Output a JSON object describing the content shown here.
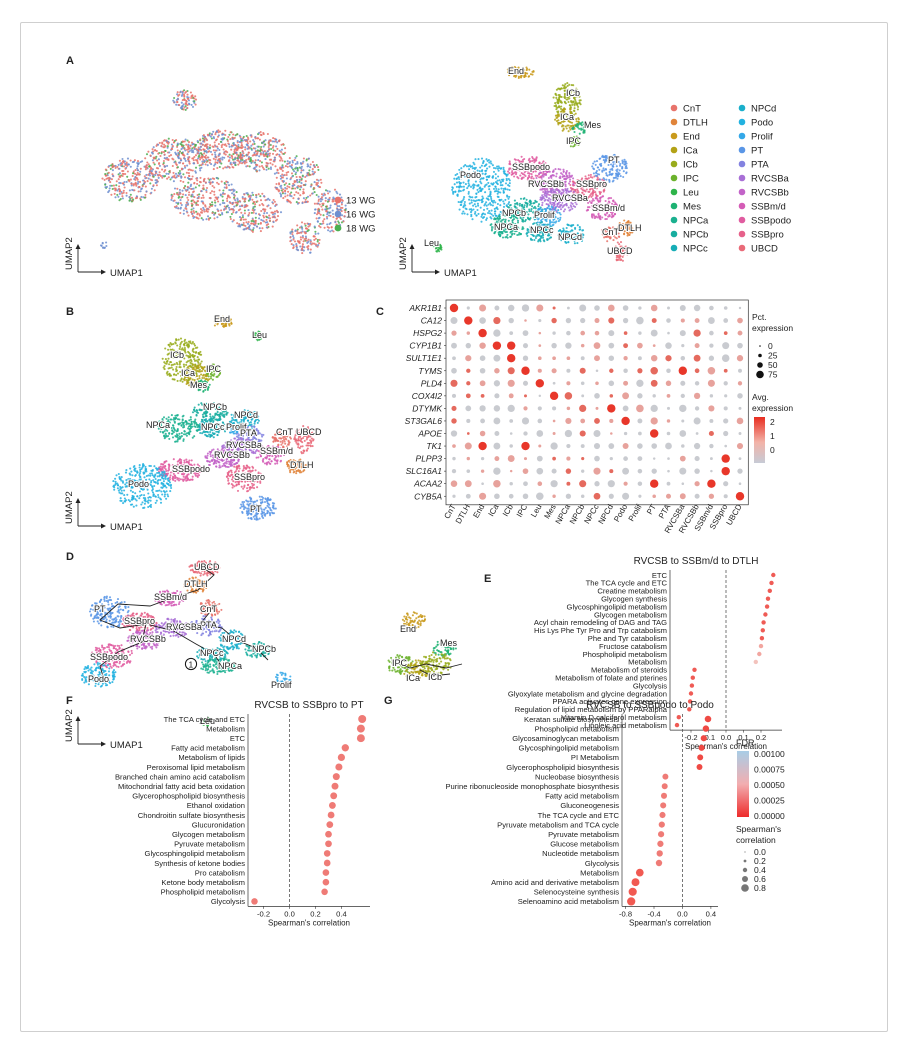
{
  "panels": [
    "A",
    "B",
    "C",
    "D",
    "E",
    "F",
    "G"
  ],
  "axes": {
    "umap1": "UMAP1",
    "umap2": "UMAP2"
  },
  "weeks": [
    {
      "label": "13 WG",
      "color": "#e8736b"
    },
    {
      "label": "16 WG",
      "color": "#6f8fd0"
    },
    {
      "label": "18 WG",
      "color": "#4caf50"
    }
  ],
  "celltypes": [
    {
      "name": "CnT",
      "color": "#e8736b"
    },
    {
      "name": "DTLH",
      "color": "#e0843a"
    },
    {
      "name": "End",
      "color": "#c99a1c"
    },
    {
      "name": "ICa",
      "color": "#b3a216"
    },
    {
      "name": "ICb",
      "color": "#98ab1c"
    },
    {
      "name": "IPC",
      "color": "#6bb22c"
    },
    {
      "name": "Leu",
      "color": "#2eb44a"
    },
    {
      "name": "Mes",
      "color": "#1db272"
    },
    {
      "name": "NPCa",
      "color": "#1ab08f"
    },
    {
      "name": "NPCb",
      "color": "#17ad9f"
    },
    {
      "name": "NPCc",
      "color": "#16adb6"
    },
    {
      "name": "NPCd",
      "color": "#1aafcb"
    },
    {
      "name": "Podo",
      "color": "#22b2e0"
    },
    {
      "name": "Prolif",
      "color": "#34a8e8"
    },
    {
      "name": "PT",
      "color": "#5a96e6"
    },
    {
      "name": "PTA",
      "color": "#8382e0"
    },
    {
      "name": "RVCSBa",
      "color": "#a86fd6"
    },
    {
      "name": "RVCSBb",
      "color": "#c263c8"
    },
    {
      "name": "SSBm/d",
      "color": "#d45cb6"
    },
    {
      "name": "SSBpodo",
      "color": "#e05ca0"
    },
    {
      "name": "SSBpro",
      "color": "#e6618a"
    },
    {
      "name": "UBCD",
      "color": "#e96a78"
    }
  ],
  "dotplot": {
    "genes": [
      "AKR1B1",
      "CA12",
      "HSPG2",
      "CYP1B1",
      "SULT1E1",
      "TYMS",
      "PLD4",
      "COX4I2",
      "DTYMK",
      "ST3GAL6",
      "APOE",
      "TK1",
      "PLPP3",
      "SLC16A1",
      "ACAA2",
      "CYB5A"
    ],
    "clusters": [
      "CnT",
      "DTLH",
      "End",
      "ICa",
      "ICb",
      "IPC",
      "Leu",
      "Mes",
      "NPCa",
      "NPCb",
      "NPCc",
      "NPCd",
      "Podo",
      "Prolif",
      "PT",
      "PTA",
      "RVCSBa",
      "RVCSBb",
      "SSBm/d",
      "SSBpro",
      "UBCD"
    ],
    "pct_title": "Pct.\nexpression",
    "pct_ticks": [
      "0",
      "25",
      "50",
      "75"
    ],
    "avg_title": "Avg.\nexpression",
    "avg_ticks": [
      "2",
      "1",
      "0"
    ]
  },
  "chart_data": [
    {
      "type": "scatter",
      "title": "RVCSB to SSBm/d to DTLH",
      "xlabel": "Spearman's correlation",
      "xlim": [
        -0.32,
        0.32
      ],
      "xticks": [
        "-0.2",
        "-0.1",
        "0.0",
        "0.1",
        "0.2"
      ],
      "points": [
        {
          "label": "ETC",
          "x": 0.27
        },
        {
          "label": "The TCA cycle and ETC",
          "x": 0.26
        },
        {
          "label": "Creatine metabolism",
          "x": 0.25
        },
        {
          "label": "Glycogen synthesis",
          "x": 0.24
        },
        {
          "label": "Glycosphingolipid metabolism",
          "x": 0.235
        },
        {
          "label": "Glycogen metabolism",
          "x": 0.225
        },
        {
          "label": "Acyl chain remodeling of DAG and TAG",
          "x": 0.215
        },
        {
          "label": "His Lys Phe Tyr Pro and Trp catabolism",
          "x": 0.21
        },
        {
          "label": "Phe and Tyr catabolism",
          "x": 0.205
        },
        {
          "label": "Fructose catabolism",
          "x": 0.2
        },
        {
          "label": "Phospholipid metabolism",
          "x": 0.19
        },
        {
          "label": "Metabolism",
          "x": 0.17
        },
        {
          "label": "Metabolism of steroids",
          "x": -0.18
        },
        {
          "label": "Metabolism of folate and pterines",
          "x": -0.19
        },
        {
          "label": "Glycolysis",
          "x": -0.195
        },
        {
          "label": "Glyoxylate metabolism and glycine degradation",
          "x": -0.2
        },
        {
          "label": "PPARA activates gene expression",
          "x": -0.205
        },
        {
          "label": "Regulation of lipid metabolism by PPARalpha",
          "x": -0.21
        },
        {
          "label": "Vitamin D calciferol metabolism",
          "x": -0.27
        },
        {
          "label": "Linoleic acid metabolism",
          "x": -0.28
        }
      ]
    },
    {
      "type": "scatter",
      "title": "RVCSB to SSBpro to PT",
      "xlabel": "Spearman's correlation",
      "xlim": [
        -0.32,
        0.62
      ],
      "xticks": [
        "-0.2",
        "0.0",
        "0.2",
        "0.4"
      ],
      "points": [
        {
          "label": "The TCA cycle and ETC",
          "x": 0.56
        },
        {
          "label": "Metabolism",
          "x": 0.55
        },
        {
          "label": "ETC",
          "x": 0.55
        },
        {
          "label": "Fatty acid metabolism",
          "x": 0.43
        },
        {
          "label": "Metabolism of lipids",
          "x": 0.4
        },
        {
          "label": "Peroxisomal lipid metabolism",
          "x": 0.38
        },
        {
          "label": "Branched chain amino acid catabolism",
          "x": 0.36
        },
        {
          "label": "Mitochondrial fatty acid beta oxidation",
          "x": 0.35
        },
        {
          "label": "Glycerophospholipid biosynthesis",
          "x": 0.34
        },
        {
          "label": "Ethanol oxidation",
          "x": 0.33
        },
        {
          "label": "Chondroitin sulfate biosynthesis",
          "x": 0.32
        },
        {
          "label": "Glucuronidation",
          "x": 0.31
        },
        {
          "label": "Glycogen metabolism",
          "x": 0.3
        },
        {
          "label": "Pyruvate metabolism",
          "x": 0.3
        },
        {
          "label": "Glycosphingolipid metabolism",
          "x": 0.29
        },
        {
          "label": "Synthesis of ketone bodies",
          "x": 0.29
        },
        {
          "label": "Pro catabolism",
          "x": 0.28
        },
        {
          "label": "Ketone body metabolism",
          "x": 0.28
        },
        {
          "label": "Phospholipid metabolism",
          "x": 0.27
        },
        {
          "label": "Glycolysis",
          "x": -0.27
        }
      ]
    },
    {
      "type": "scatter",
      "title": "RVCSB to SSBpodo to Podo",
      "xlabel": "Spearman's correlation",
      "xlim": [
        -0.85,
        0.5
      ],
      "xticks": [
        "-0.8",
        "-0.4",
        "0.0",
        "0.4"
      ],
      "points": [
        {
          "label": "Keratan sulfate biosynthesis",
          "x": 0.36
        },
        {
          "label": "Phospholipid metabolism",
          "x": 0.33
        },
        {
          "label": "Glycosaminoglycan metabolism",
          "x": 0.3
        },
        {
          "label": "Glycosphingolipid metabolism",
          "x": 0.27
        },
        {
          "label": "PI Metabolism",
          "x": 0.25
        },
        {
          "label": "Glycerophospholipid biosynthesis",
          "x": 0.24
        },
        {
          "label": "Nucleobase biosynthesis",
          "x": -0.24
        },
        {
          "label": "Purine ribonucleoside monophosphate biosynthesis",
          "x": -0.25
        },
        {
          "label": "Fatty acid metabolism",
          "x": -0.26
        },
        {
          "label": "Gluconeogenesis",
          "x": -0.27
        },
        {
          "label": "The TCA cycle and ETC",
          "x": -0.28
        },
        {
          "label": "Pyruvate metabolism and TCA cycle",
          "x": -0.29
        },
        {
          "label": "Pyruvate metabolism",
          "x": -0.3
        },
        {
          "label": "Glucose metabolism",
          "x": -0.31
        },
        {
          "label": "Nucleotide metabolism",
          "x": -0.32
        },
        {
          "label": "Glycolysis",
          "x": -0.33
        },
        {
          "label": "Metabolism",
          "x": -0.6
        },
        {
          "label": "Amino acid and derivative metabolism",
          "x": -0.66
        },
        {
          "label": "Selenocysteine synthesis",
          "x": -0.7
        },
        {
          "label": "Selenoamino acid metabolism",
          "x": -0.72
        }
      ]
    }
  ],
  "fdr_legend": {
    "title": "FDR",
    "ticks": [
      "0.00100",
      "0.00075",
      "0.00050",
      "0.00025",
      "0.00000"
    ]
  },
  "spearman_legend": {
    "title": "Spearman's\ncorrelation",
    "ticks": [
      "0.0",
      "0.2",
      "0.4",
      "0.6",
      "0.8"
    ]
  }
}
